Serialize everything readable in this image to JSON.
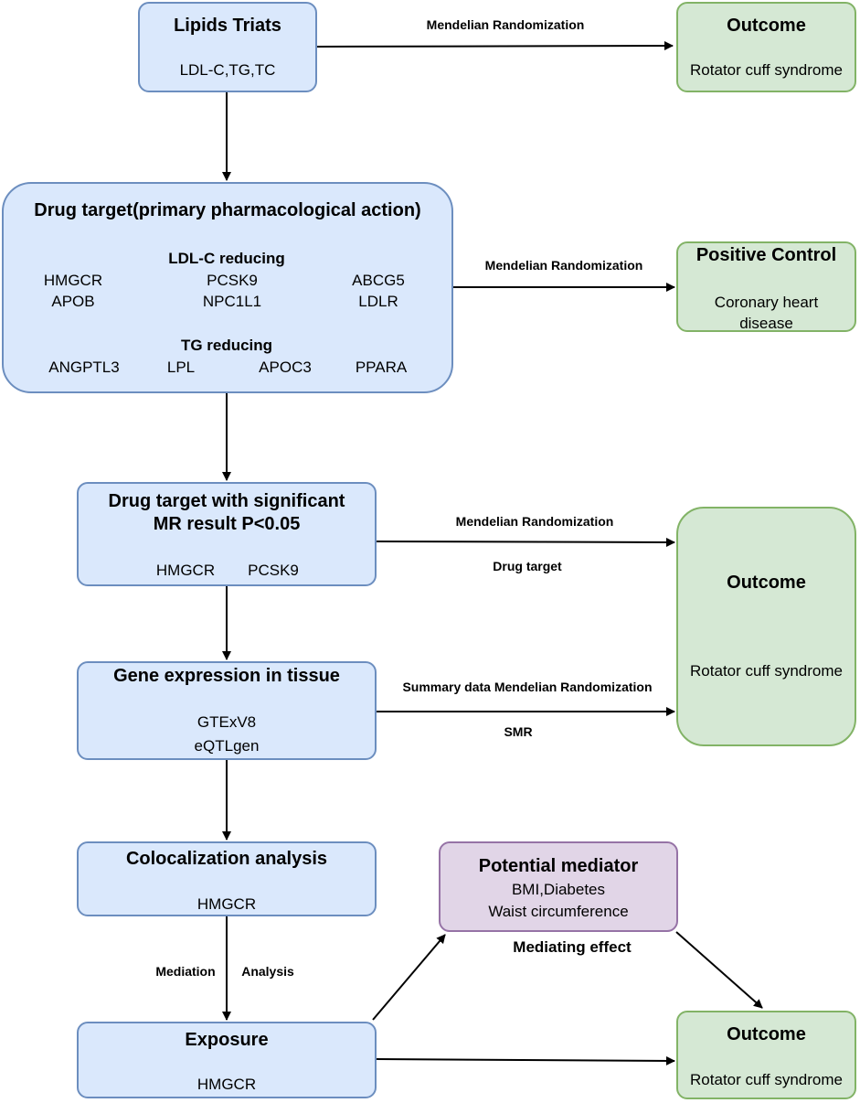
{
  "lipids": {
    "title": "Lipids Triats",
    "items": "LDL-C,TG,TC"
  },
  "outcome_top": {
    "title": "Outcome",
    "text": "Rotator cuff syndrome"
  },
  "edge_mr_1": "Mendelian Randomization",
  "drug_target": {
    "title": "Drug target(primary pharmacological action)",
    "ldl_heading": "LDL-C reducing",
    "ldl_genes": [
      "HMGCR",
      "PCSK9",
      "ABCG5",
      "APOB",
      "NPC1L1",
      "LDLR"
    ],
    "tg_heading": "TG reducing",
    "tg_genes": [
      "ANGPTL3",
      "LPL",
      "APOC3",
      "PPARA"
    ]
  },
  "edge_mr_2": "Mendelian Randomization",
  "positive_control": {
    "title": "Positive Control",
    "text": "Coronary heart\ndisease"
  },
  "significant": {
    "title": "Drug target with significant\nMR result P<0.05",
    "genes": [
      "HMGCR",
      "PCSK9"
    ]
  },
  "edge_mr_3": {
    "top": "Mendelian Randomization",
    "bottom": "Drug target"
  },
  "outcome_mid": {
    "title": "Outcome",
    "text": "Rotator cuff syndrome"
  },
  "gene_expression": {
    "title": "Gene expression in tissue",
    "line1": "GTExV8",
    "line2": "eQTLgen"
  },
  "edge_smr": {
    "top": "Summary data Mendelian Randomization",
    "bottom": "SMR"
  },
  "colocalization": {
    "title": "Colocalization analysis",
    "gene": "HMGCR"
  },
  "mediator": {
    "title": "Potential mediator",
    "line1": "BMI,Diabetes",
    "line2": "Waist circumference"
  },
  "mediating_effect": "Mediating effect",
  "mediation_labels": {
    "left": "Mediation",
    "right": "Analysis"
  },
  "exposure": {
    "title": "Exposure",
    "gene": "HMGCR"
  },
  "outcome_bottom": {
    "title": "Outcome",
    "text": "Rotator cuff syndrome"
  }
}
